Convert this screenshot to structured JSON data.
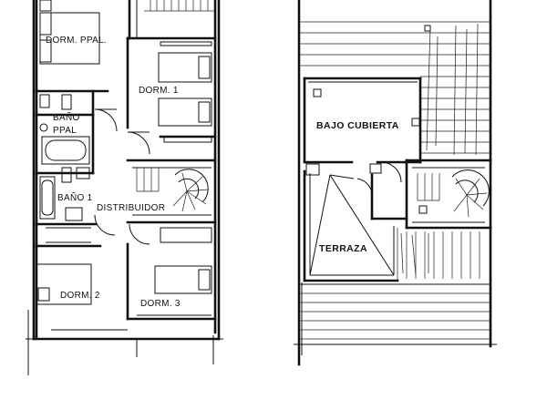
{
  "plans": {
    "left_floor": {
      "rooms": {
        "dorm_ppal": "DORM. PPAL.",
        "dorm_1": "DORM. 1",
        "bano_ppal_line1": "BAÑO",
        "bano_ppal_line2": "PPAL",
        "bano_1": "BAÑO 1",
        "distribuidor": "DISTRIBUIDOR",
        "dorm_2": "DORM. 2",
        "dorm_3": "DORM. 3"
      }
    },
    "right_floor": {
      "rooms": {
        "bajo_cubierta": "BAJO CUBIERTA",
        "terraza": "TERRAZA"
      }
    }
  }
}
